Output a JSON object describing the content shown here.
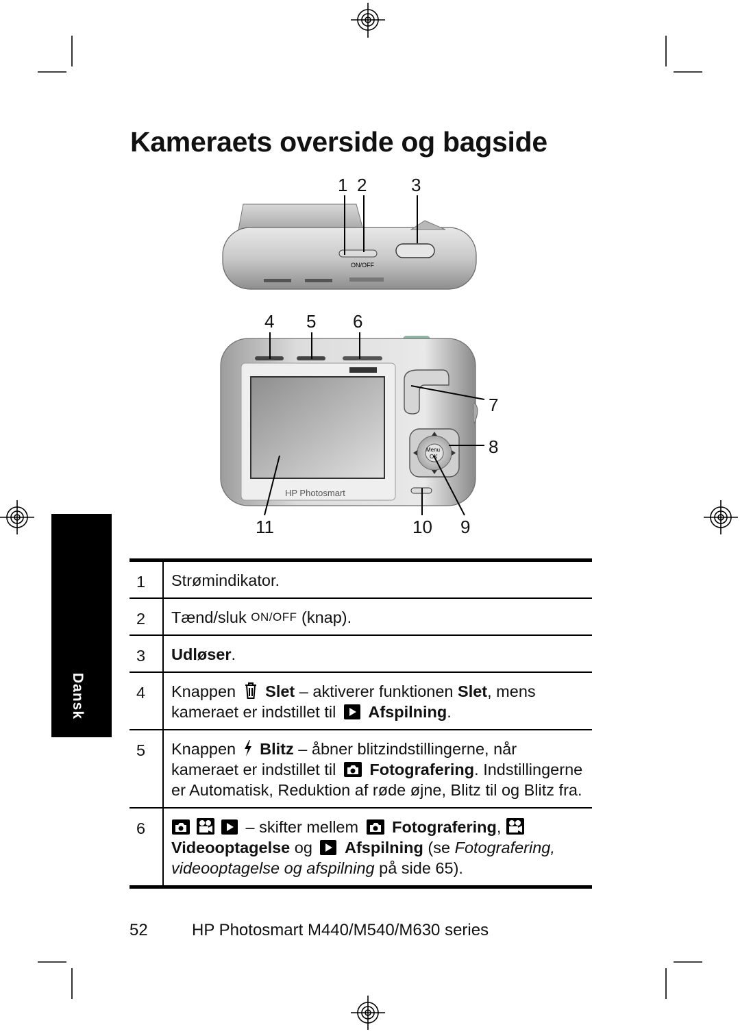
{
  "title": "Kameraets overside og bagside",
  "callouts": {
    "c1": "1",
    "c2": "2",
    "c3": "3",
    "c4": "4",
    "c5": "5",
    "c6": "6",
    "c7": "7",
    "c8": "8",
    "c9": "9",
    "c10": "10",
    "c11": "11"
  },
  "camera": {
    "onoff_label": "ON/OFF",
    "brand": "HP Photosmart",
    "menu_label": "Menu",
    "ok_label": "OK"
  },
  "side_tab": "Dansk",
  "rows": [
    {
      "num": "1",
      "text": "Strømindikator."
    },
    {
      "num": "2",
      "pre": "Tænd/sluk",
      "onoff": "ON/OFF",
      "post": "(knap)."
    },
    {
      "num": "3",
      "bold": "Udløser",
      "post": "."
    },
    {
      "num": "4",
      "t1": "Knappen",
      "b1": "Slet",
      "t2": "– aktiverer funktionen",
      "b2": "Slet",
      "t3": ", mens kameraet er indstillet til",
      "b3": "Afspilning",
      "t4": "."
    },
    {
      "num": "5",
      "t1": "Knappen",
      "b1": "Blitz",
      "t2": "– åbner blitzindstillingerne, når kameraet er indstillet til",
      "b2": "Fotografering",
      "t3": ". Indstillingerne er Automatisk, Reduktion af røde øjne, Blitz til og Blitz fra."
    },
    {
      "num": "6",
      "t1": "– skifter mellem",
      "b1": "Fotografering",
      "t2": ",",
      "b2": "Videooptagelse",
      "t3": "og",
      "b3": "Afspilning",
      "t4": "(se",
      "i1": "Fotografering, videooptagelse og afspilning",
      "t5": "på side 65)."
    }
  ],
  "footer": {
    "page": "52",
    "product": "HP Photosmart M440/M540/M630 series"
  }
}
